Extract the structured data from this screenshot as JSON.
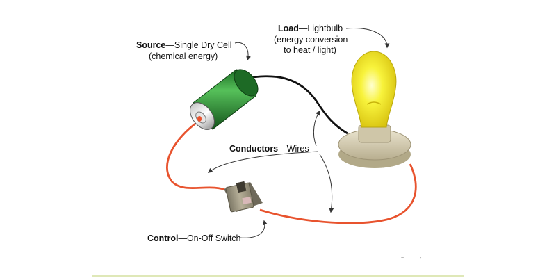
{
  "labels": {
    "source": {
      "term": "Source",
      "sep": "—",
      "desc": "Single Dry Cell",
      "sub": "(chemical energy)"
    },
    "load": {
      "term": "Load",
      "sep": "—",
      "desc": "Lightbulb",
      "sub_lines": [
        "(energy conversion",
        "to heat / light)"
      ]
    },
    "conductors": {
      "term": "Conductors",
      "sep": "—",
      "desc": "Wires"
    },
    "control": {
      "term": "Control",
      "sep": "—",
      "desc": "On-Off Switch"
    }
  },
  "colors": {
    "wire_positive": "#e8532e",
    "wire_negative": "#111111",
    "battery_body": "#2e9a3a",
    "bulb_glass": "#f4f02a",
    "bulb_base": "#d9d2b8",
    "switch_body": "#9a9480",
    "footer_bar": "#dfe8b8"
  },
  "icons": [
    "battery-icon",
    "lightbulb-icon",
    "switch-icon",
    "arrow-icon"
  ]
}
